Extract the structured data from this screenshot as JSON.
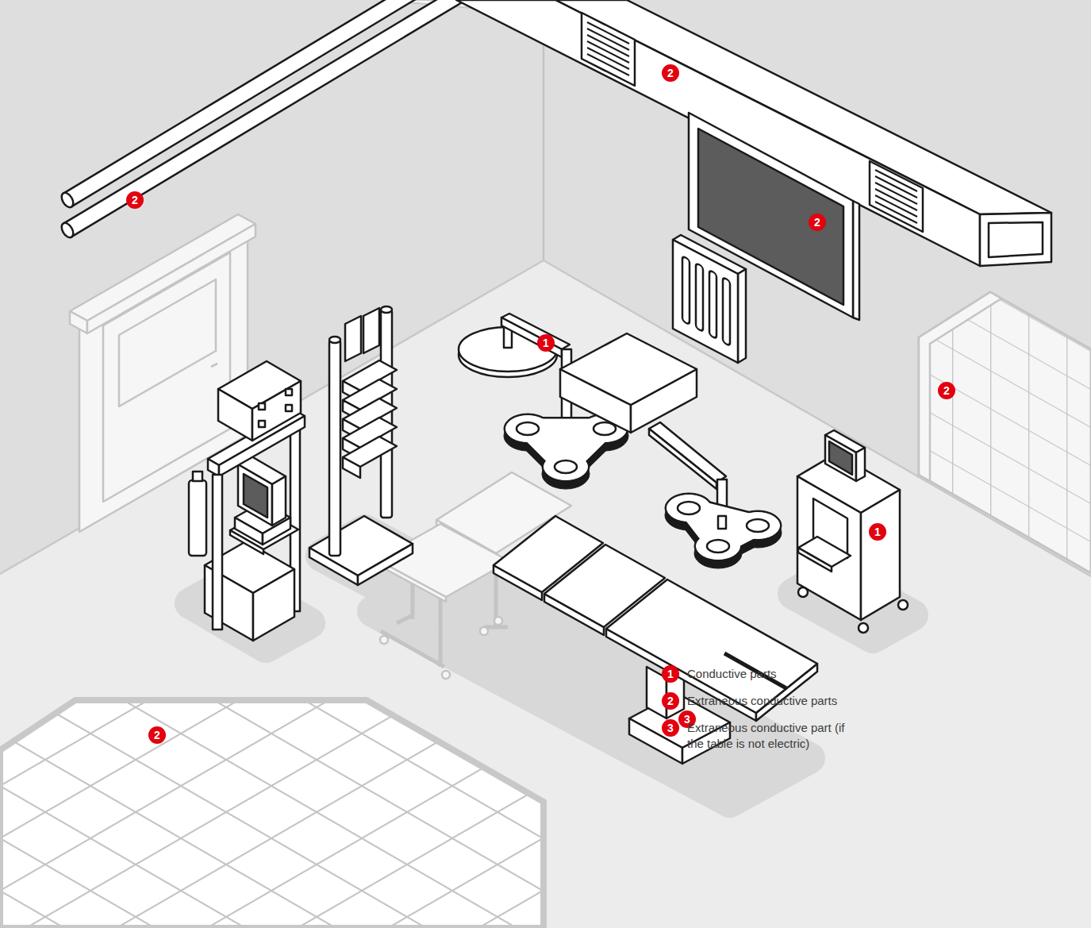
{
  "diagram": {
    "labels": [
      "2",
      "2",
      "2",
      "1",
      "2",
      "1",
      "3",
      "2",
      "1",
      "2",
      "3"
    ],
    "legend": [
      {
        "text": "Conductive parts"
      },
      {
        "text": "Extraneous conductive parts"
      },
      {
        "text": "Extraneous conductive part (if the table is not electric)"
      }
    ]
  }
}
